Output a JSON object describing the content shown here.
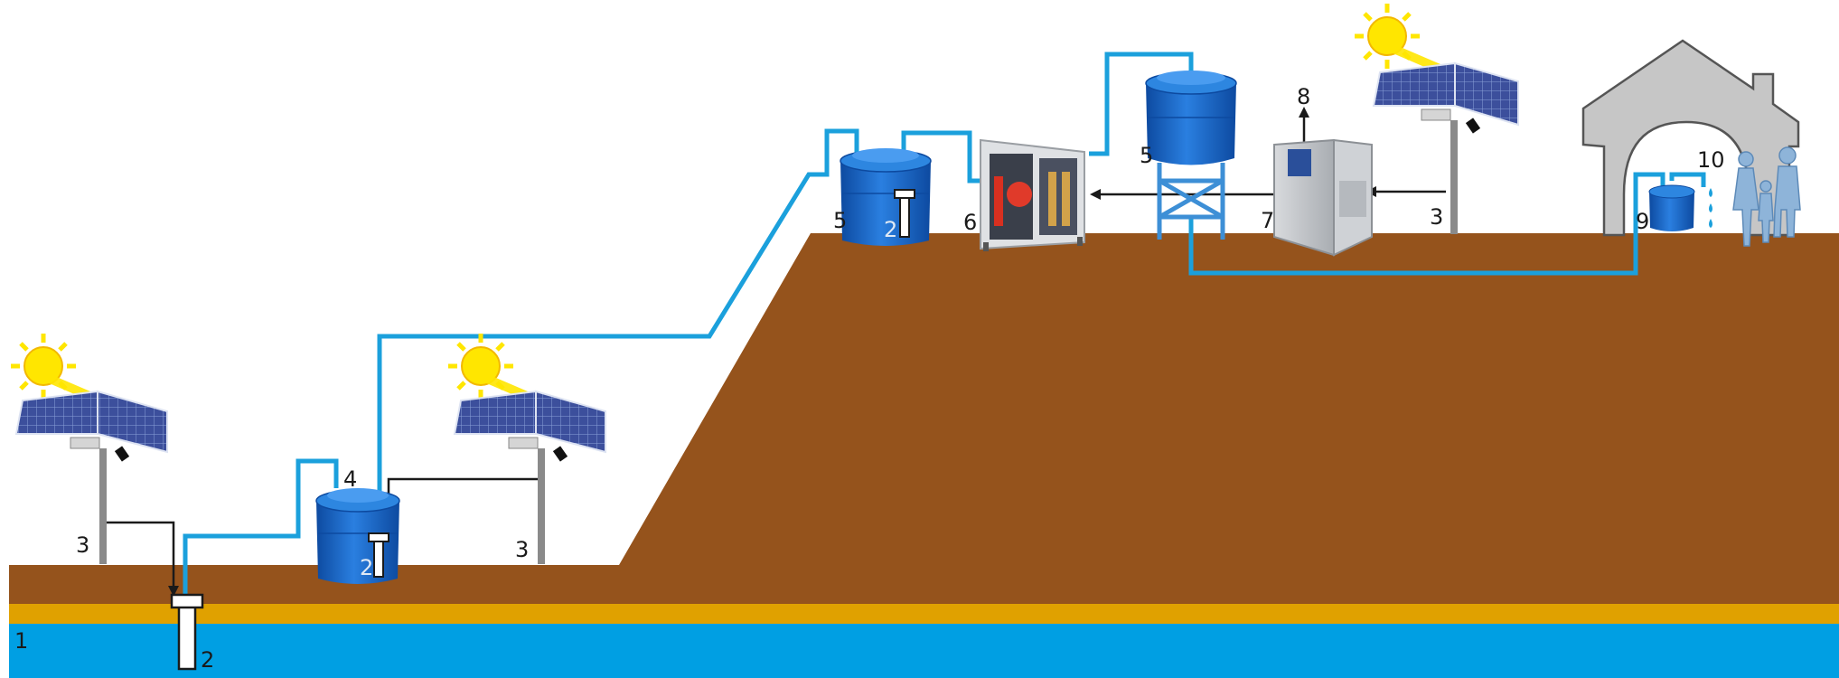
{
  "colors": {
    "water": "#009fe3",
    "sand": "#e0a100",
    "soil": "#95531c",
    "pipe": "#1ba0dc",
    "wire": "#1a1a1a",
    "tank": "#1565c0",
    "tank_light": "#2d86e0",
    "sun": "#ffe600",
    "house": "#c6c6c6",
    "people": "#8eb4d9"
  },
  "icons": [
    "sun-icon",
    "solar-panel-icon",
    "water-tank-icon",
    "well-pump-icon",
    "purification-unit-icon",
    "control-cabinet-icon",
    "house-icon",
    "family-icon",
    "water-drop-icon"
  ],
  "labels": {
    "aquifer": "1",
    "pump_main": "2",
    "pump_tank1": "2",
    "pump_tank2": "2",
    "panel_left": "3",
    "panel_middle": "3",
    "panel_right": "3",
    "tank_first": "4",
    "tank_second": "5",
    "tank_tower": "5",
    "purification_unit": "6",
    "control_cabinet": "7",
    "output_arrow": "8",
    "home_tank": "9",
    "water_drops": "10"
  }
}
